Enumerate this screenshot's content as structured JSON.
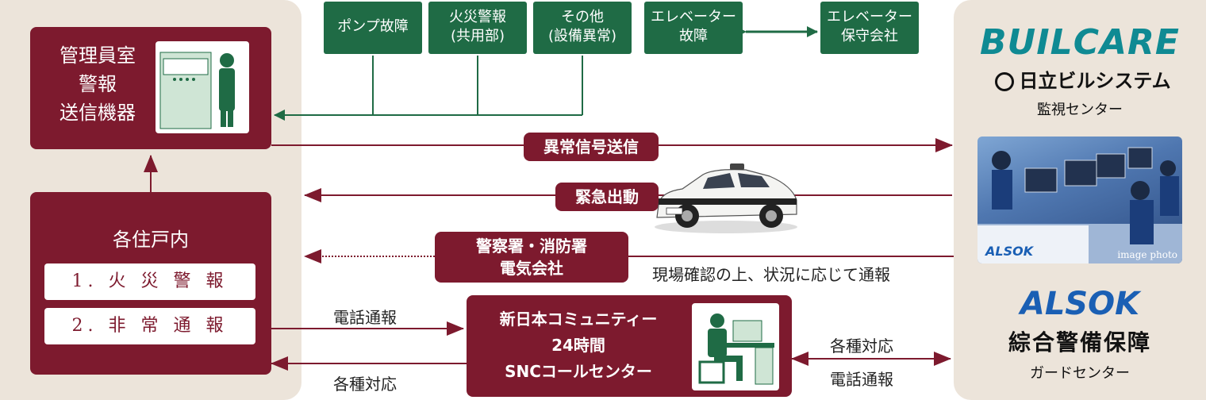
{
  "left": {
    "transmitter": {
      "lines": [
        "管理員室",
        "警報",
        "送信機器"
      ]
    },
    "dwelling": {
      "title": "各住戸内",
      "items": [
        "1. 火 災 警 報",
        "2. 非 常 通 報"
      ]
    }
  },
  "top_alarms": [
    {
      "lines": [
        "ポンプ故障"
      ]
    },
    {
      "lines": [
        "火災警報",
        "(共用部)"
      ]
    },
    {
      "lines": [
        "その他",
        "(設備異常)"
      ]
    },
    {
      "lines": [
        "エレベーター",
        "故障"
      ]
    },
    {
      "lines": [
        "エレベーター",
        "保守会社"
      ]
    }
  ],
  "flows": {
    "signal": "異常信号送信",
    "dispatch": "緊急出動",
    "agencies": [
      "警察署・消防署",
      "電気会社"
    ],
    "agency_note": "現場確認の上、状況に応じて通報",
    "phone_report": "電話通報",
    "response": "各種対応",
    "right_response": "各種対応",
    "right_phone": "電話通報"
  },
  "call_center": {
    "lines": [
      "新日本コミュニティー",
      "24時間",
      "SNCコールセンター"
    ]
  },
  "right": {
    "builcare_logo": "BUILCARE",
    "hitachi_name": "日立ビルシステム",
    "monitor_center": "監視センター",
    "photo_caption": "image photo",
    "alsok_logo": "ALSOK",
    "sogo_name": "綜合警備保障",
    "guard_center": "ガードセンター"
  },
  "colors": {
    "maroon": "#7d1a2e",
    "green": "#1f6b45",
    "panel": "#ece4da"
  }
}
